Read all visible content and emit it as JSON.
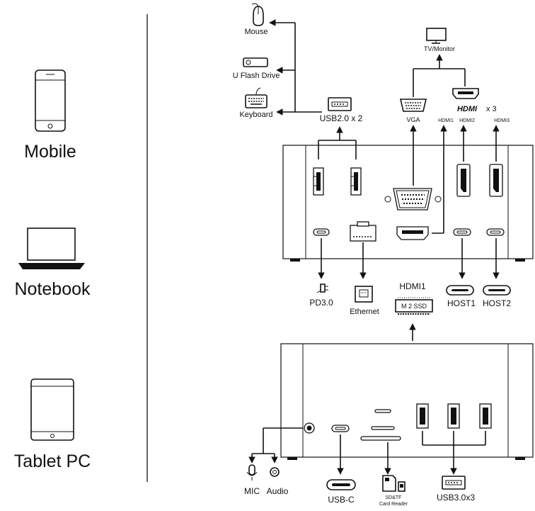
{
  "devices": {
    "mobile": "Mobile",
    "notebook": "Notebook",
    "tablet": "Tablet PC"
  },
  "top_peripherals": {
    "mouse": "Mouse",
    "flash_drive": "U Flash Drive",
    "keyboard": "Keyboard",
    "usb2": "USB2.0 x 2"
  },
  "display": {
    "tv_monitor": "TV/Monitor",
    "vga": "VGA",
    "hdmi_logo": "HDMI",
    "hdmi_count": "x 3",
    "hdmi1_top": "HDMI1",
    "hdmi2_top": "HDMI2",
    "hdmi3_top": "HDMI3"
  },
  "upper_unit_ports": {
    "pd": "PD3.0",
    "ethernet": "Ethernet",
    "hdmi1": "HDMI1",
    "host1": "HOST1",
    "host2": "HOST2",
    "ssd": "M 2 SSD"
  },
  "lower_unit_ports": {
    "mic": "MIC",
    "audio": "Audio",
    "usbc": "USB-C",
    "card_reader_line1": "SD&TF",
    "card_reader_line2": "Card Reader",
    "usb3": "USB3.0x3"
  },
  "colors": {
    "line": "#111111",
    "unit_fill": "#ffffff",
    "unit_border": "#222222"
  }
}
